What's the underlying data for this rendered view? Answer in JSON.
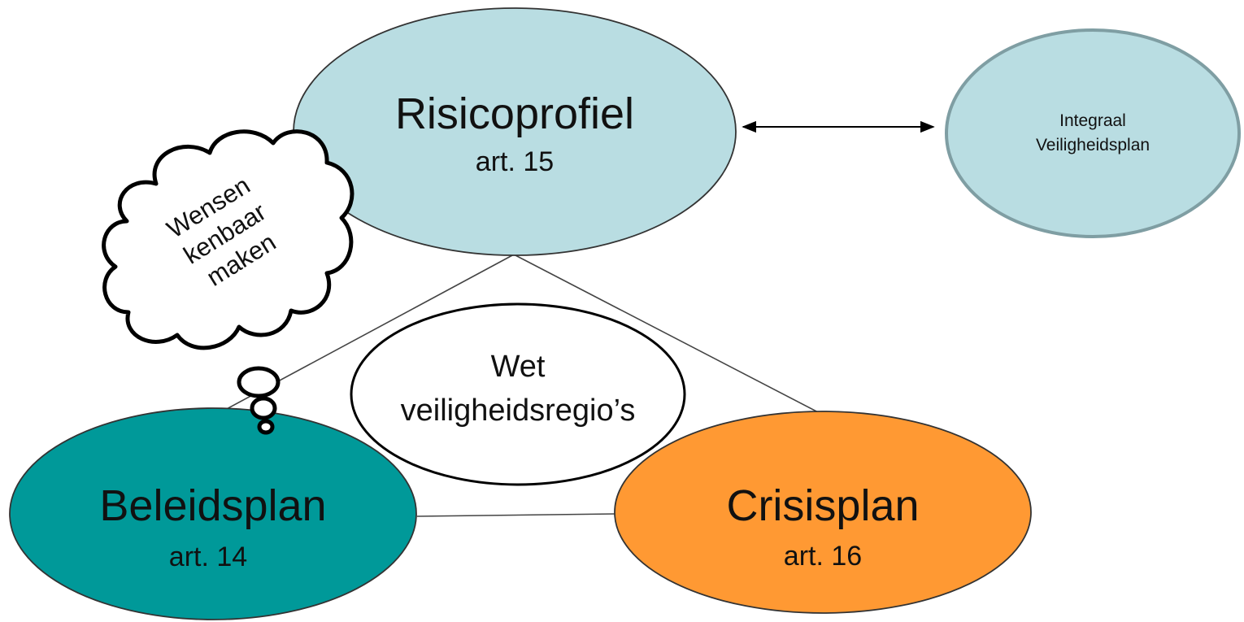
{
  "nodes": {
    "risicoprofiel": {
      "title": "Risicoprofiel",
      "subtitle": "art. 15",
      "fill": "#b9dde2"
    },
    "beleidsplan": {
      "title": "Beleidsplan",
      "subtitle": "art. 14",
      "fill": "#009999"
    },
    "crisisplan": {
      "title": "Crisisplan",
      "subtitle": "art. 16",
      "fill": "#ff9933"
    },
    "integraal": {
      "line1": "Integraal",
      "line2": "Veiligheidsplan",
      "fill": "#b9dde2"
    },
    "wet": {
      "line1": "Wet",
      "line2": "veiligheidsregio’s",
      "fill": "#ffffff"
    }
  },
  "cloud": {
    "line1": "Wensen",
    "line2": "kenbaar",
    "line3": "maken"
  },
  "colors": {
    "stroke": "#333333",
    "integraal_stroke": "#7f9ea3"
  }
}
